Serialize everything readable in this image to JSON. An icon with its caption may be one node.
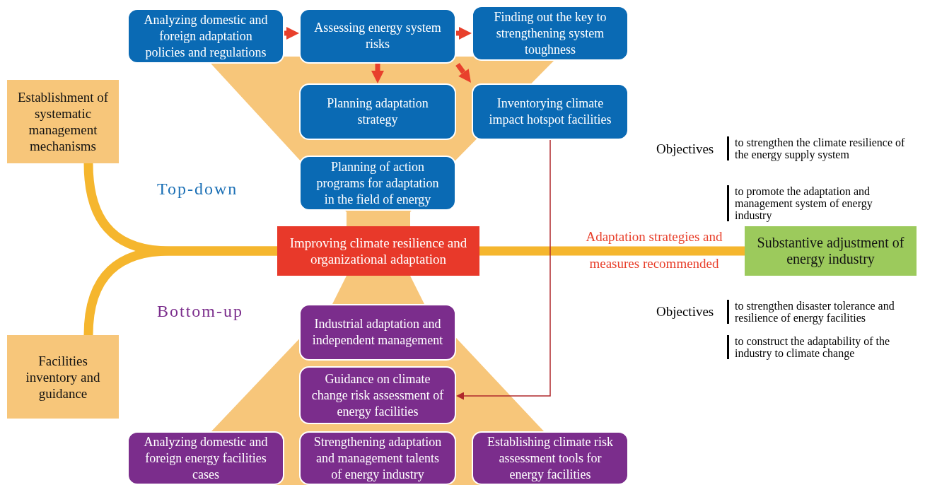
{
  "diagram": {
    "nodes": [
      {
        "text": [
          "Establishment of systematic management mechanisms"
        ]
      },
      {
        "text": [
          "Facilities inventory and guidance"
        ]
      },
      {
        "text": [
          "Analyzing domestic and foreign adaptation policies and regulations"
        ]
      },
      {
        "text": [
          "Assessing energy system risks"
        ]
      },
      {
        "text": [
          "Finding out the key to strengthening system toughness"
        ]
      },
      {
        "text": [
          "Planning adaptation strategy"
        ]
      },
      {
        "text": [
          "Inventorying climate impact hotspot facilities"
        ]
      },
      {
        "text": [
          "Planning of action programs for adaptation in the field of energy"
        ]
      },
      {
        "text": [
          "Improving climate resilience and organizational adaptation"
        ]
      },
      {
        "text": [
          "Substantive adjustment of energy industry"
        ]
      },
      {
        "text": [
          "Industrial adaptation and independent management"
        ]
      },
      {
        "text": [
          "Guidance on climate change risk assessment of energy facilities"
        ]
      },
      {
        "text": [
          "Analyzing domestic and foreign energy facilities cases"
        ]
      },
      {
        "text": [
          "Strengthening adaptation and management talents of energy industry"
        ]
      },
      {
        "text": [
          "Establishing climate risk assessment tools for energy facilities"
        ]
      }
    ],
    "edges": [
      {
        "from": 0,
        "to": 8,
        "arrow": "none",
        "style": "thick",
        "color": "#f5b62e"
      },
      {
        "from": 1,
        "to": 8,
        "arrow": "none",
        "style": "thick",
        "color": "#f5b62e"
      },
      {
        "from": 8,
        "to": 9,
        "arrow": "none",
        "style": "thick",
        "color": "#f5b62e",
        "label": "Adaptation strategies and measures recommended"
      },
      {
        "from": 2,
        "to": 3,
        "arrow": "to"
      },
      {
        "from": 3,
        "to": 4,
        "arrow": "to"
      },
      {
        "from": 3,
        "to": 5,
        "arrow": "to"
      },
      {
        "from": 3,
        "to": 6,
        "arrow": "to"
      },
      {
        "from": 6,
        "to": 11,
        "arrow": "to",
        "color": "#b0282c"
      },
      {
        "from": 3,
        "to": 8,
        "arrow": "none",
        "style": "thick",
        "color": "#f7c67a"
      },
      {
        "from": 8,
        "to": 13,
        "arrow": "none",
        "style": "thick",
        "color": "#f7c67a"
      }
    ],
    "labels": [
      "Top-down",
      "Bottom-up",
      "Objectives",
      "to strengthen the climate resilience of the energy supply system",
      "to promote the adaptation and management system of energy industry",
      "Objectives",
      "to strengthen disaster tolerance and resilience of energy facilities",
      "to construct the adaptability of the industry to climate change"
    ]
  }
}
